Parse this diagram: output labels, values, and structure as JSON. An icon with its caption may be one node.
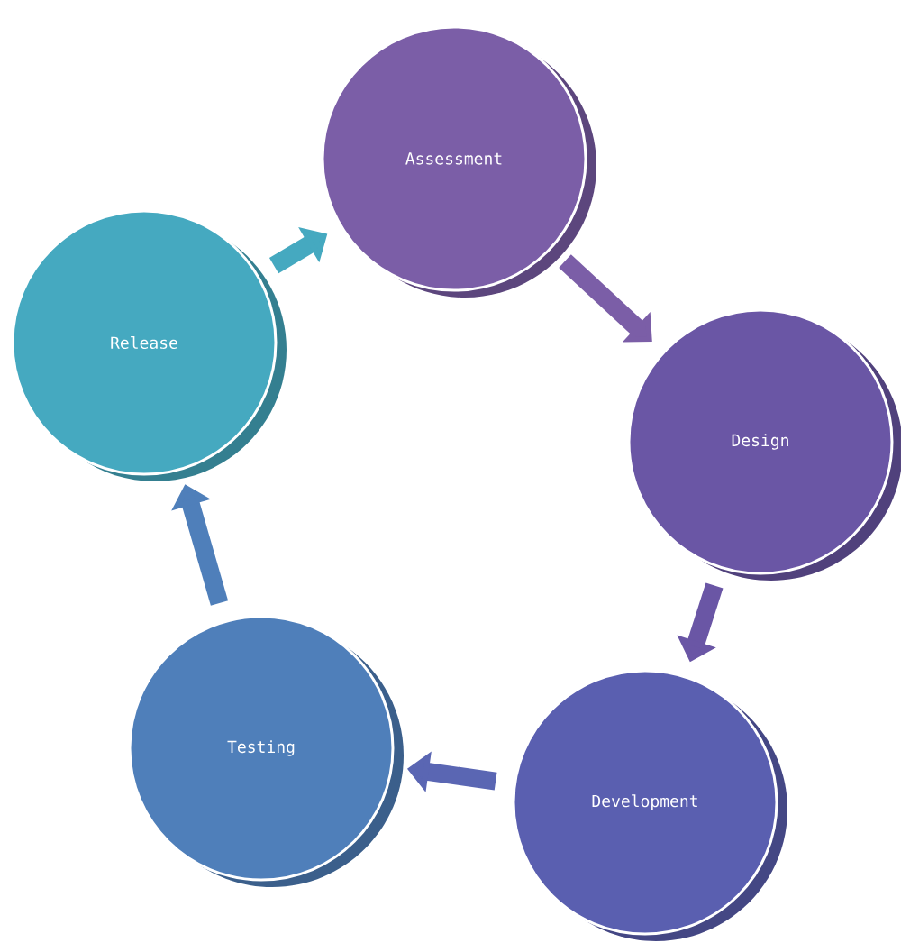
{
  "diagram": {
    "nodes": [
      {
        "text": [
          "Assessment"
        ]
      },
      {
        "text": [
          "Design"
        ]
      },
      {
        "text": [
          "Development"
        ]
      },
      {
        "text": [
          "Testing"
        ]
      },
      {
        "text": [
          "Release"
        ]
      }
    ],
    "edges": [
      {
        "from": 0,
        "to": 1,
        "arrow": "to",
        "color": "#7b5ea7"
      },
      {
        "from": 1,
        "to": 2,
        "arrow": "to",
        "color": "#6a56a5"
      },
      {
        "from": 2,
        "to": 3,
        "arrow": "to",
        "color": "#5a66b3"
      },
      {
        "from": 3,
        "to": 4,
        "arrow": "to",
        "color": "#4f7fba"
      },
      {
        "from": 4,
        "to": 0,
        "arrow": "to",
        "color": "#45a9c0"
      }
    ]
  }
}
